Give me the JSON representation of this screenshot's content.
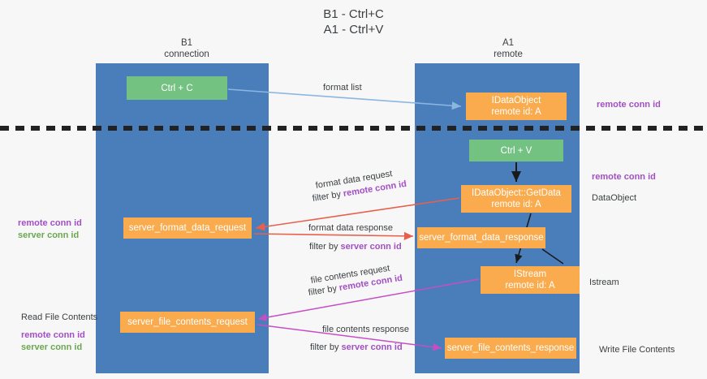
{
  "title": "B1 - Ctrl+C\nA1 - Ctrl+V",
  "colors": {
    "lane": "#4a7ebb",
    "green_node": "#74c282",
    "orange_node": "#f9ab4e",
    "purple_accent": "#a24fc4",
    "green_accent": "#6aa84f",
    "red_arrow": "#e8604c",
    "magenta_arrow": "#c44fc4",
    "blue_arrow": "#8ab6e0",
    "black_arrow": "#1a1a1a",
    "background": "#f7f7f7",
    "divider": "#222222"
  },
  "lanes": [
    {
      "id": "b1",
      "label": "B1\nconnection"
    },
    {
      "id": "a1",
      "label": "A1\nremote"
    }
  ],
  "nodes": {
    "ctrl_c": {
      "line1": "Ctrl + C",
      "line2": ""
    },
    "dataobject": {
      "line1": "IDataObject",
      "line2": "remote id: A"
    },
    "ctrl_v": {
      "line1": "Ctrl + V",
      "line2": ""
    },
    "getdata": {
      "line1": "IDataObject::GetData",
      "line2": "remote id: A"
    },
    "istream": {
      "line1": "IStream",
      "line2": "remote id: A"
    },
    "server_format_data_request": {
      "line1": "server_format_data_request",
      "line2": ""
    },
    "server_format_data_response": {
      "line1": "server_format_data_response",
      "line2": ""
    },
    "server_file_contents_request": {
      "line1": "server_file_contents_request",
      "line2": ""
    },
    "server_file_contents_response": {
      "line1": "server_file_contents_response",
      "line2": ""
    }
  },
  "edge_labels": {
    "format_list": "format list",
    "format_data_request": "format data request",
    "format_data_request_filter_prefix": "filter by ",
    "format_data_request_filter_accent": "remote conn id",
    "format_data_response": "format data response",
    "format_data_response_filter_prefix": "filter by ",
    "format_data_response_filter_accent": "server conn id",
    "file_contents_request": "file contents request",
    "file_contents_request_filter_prefix": "filter by ",
    "file_contents_request_filter_accent": "remote conn id",
    "file_contents_response": "file contents response",
    "file_contents_response_filter_prefix": "filter by ",
    "file_contents_response_filter_accent": "server conn id"
  },
  "side_notes": {
    "right_top_remote_conn_id": "remote conn id",
    "right_getdata_remote_conn_id": "remote conn id",
    "right_getdata_dataobject": "DataObject",
    "right_istream": "Istream",
    "right_write_file_contents": "Write File Contents",
    "left_format_remote_conn_id": "remote conn id",
    "left_format_server_conn_id": "server conn id",
    "left_read_file_contents": "Read File Contents",
    "left_read_remote_conn_id": "remote conn id",
    "left_read_server_conn_id": "server conn id"
  }
}
